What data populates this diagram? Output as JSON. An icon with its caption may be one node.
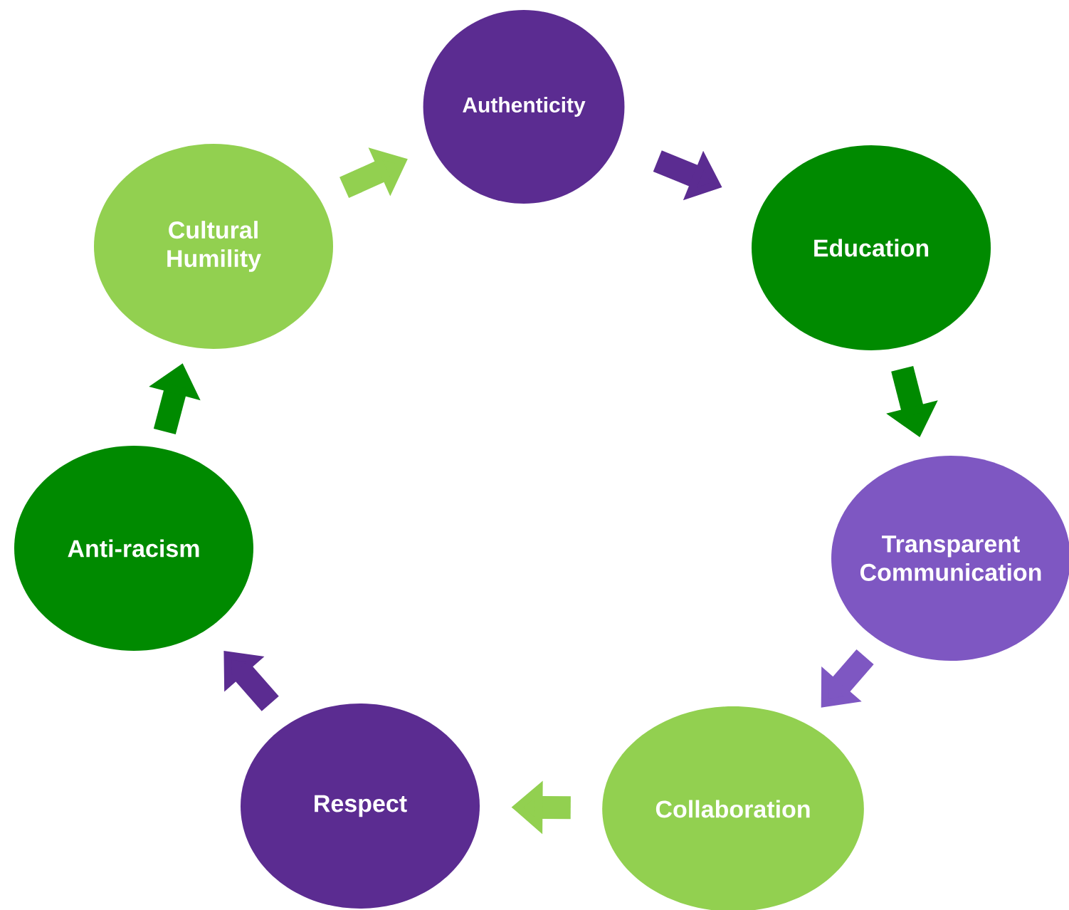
{
  "diagram": {
    "nodes": [
      {
        "text": [
          "Authenticity"
        ]
      },
      {
        "text": [
          "Education"
        ]
      },
      {
        "text": [
          "Transparent Communication"
        ]
      },
      {
        "text": [
          "Collaboration"
        ]
      },
      {
        "text": [
          "Respect"
        ]
      },
      {
        "text": [
          "Anti-racism"
        ]
      },
      {
        "text": [
          "Cultural Humility"
        ]
      }
    ],
    "edges": [
      {
        "from": 0,
        "to": 1,
        "arrow": "to",
        "color": "#5b2c91"
      },
      {
        "from": 1,
        "to": 2,
        "arrow": "to",
        "color": "#008a00"
      },
      {
        "from": 2,
        "to": 3,
        "arrow": "to",
        "color": "#7e57c2"
      },
      {
        "from": 3,
        "to": 4,
        "arrow": "to",
        "color": "#92d050"
      },
      {
        "from": 4,
        "to": 5,
        "arrow": "to",
        "color": "#5b2c91"
      },
      {
        "from": 5,
        "to": 6,
        "arrow": "to",
        "color": "#008a00"
      },
      {
        "from": 6,
        "to": 0,
        "arrow": "to",
        "color": "#92d050"
      }
    ]
  }
}
